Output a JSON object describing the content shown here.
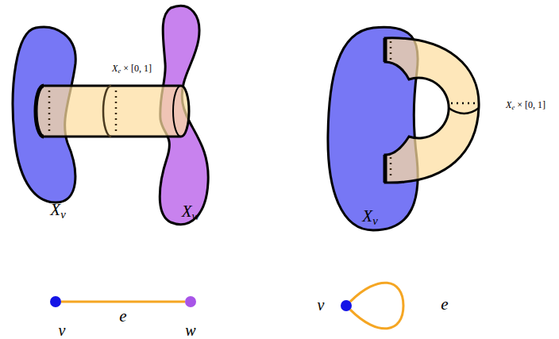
{
  "diagram": {
    "nodes": [
      {
        "text": [
          "v"
        ]
      },
      {
        "text": [
          "w"
        ]
      },
      {
        "text": [
          "v"
        ]
      }
    ],
    "edges": [
      {
        "from": 0,
        "to": 1,
        "arrow": "none",
        "label": "e"
      },
      {
        "from": 2,
        "to": 2,
        "arrow": "none",
        "label": "e"
      }
    ],
    "labels": [
      "Xe × [0, 1]",
      "Xv",
      "Xw",
      "Xv",
      "Xe × [0, 1]"
    ]
  }
}
